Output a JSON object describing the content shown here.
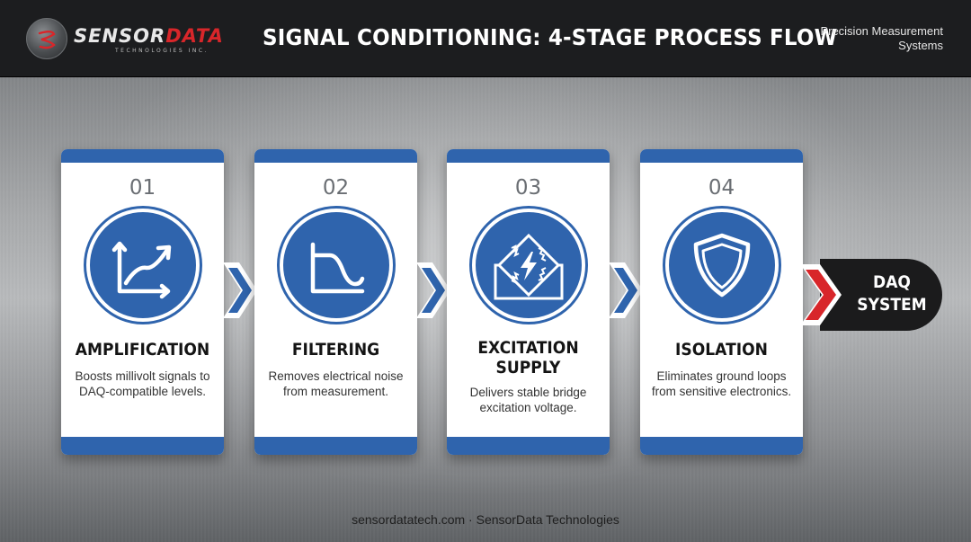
{
  "header": {
    "logo_main": "SENSOR",
    "logo_accent": "DATA",
    "logo_sub": "TECHNOLOGIES INC.",
    "title": "SIGNAL CONDITIONING: 4-STAGE PROCESS FLOW",
    "tagline": "Precision Measurement Systems"
  },
  "colors": {
    "accent_blue": "#2f64ad",
    "brand_red": "#d8262a",
    "header_bg": "#1c1d1f"
  },
  "stages": [
    {
      "number": "01",
      "label": "AMPLIFICATION",
      "description": "Boosts millivolt signals to DAQ-compatible levels.",
      "icon": "amplification-graph-icon"
    },
    {
      "number": "02",
      "label": "FILTERING",
      "description": "Removes electrical noise from measurement.",
      "icon": "filter-curve-icon"
    },
    {
      "number": "03",
      "label": "EXCITATION SUPPLY",
      "description": "Delivers stable bridge excitation voltage.",
      "icon": "bridge-circuit-icon"
    },
    {
      "number": "04",
      "label": "ISOLATION",
      "description": "Eliminates ground loops from sensitive electronics.",
      "icon": "shield-icon"
    }
  ],
  "endpoint": {
    "label": "DAQ SYSTEM"
  },
  "footer": {
    "text": "sensordatatech.com · SensorData Technologies"
  }
}
